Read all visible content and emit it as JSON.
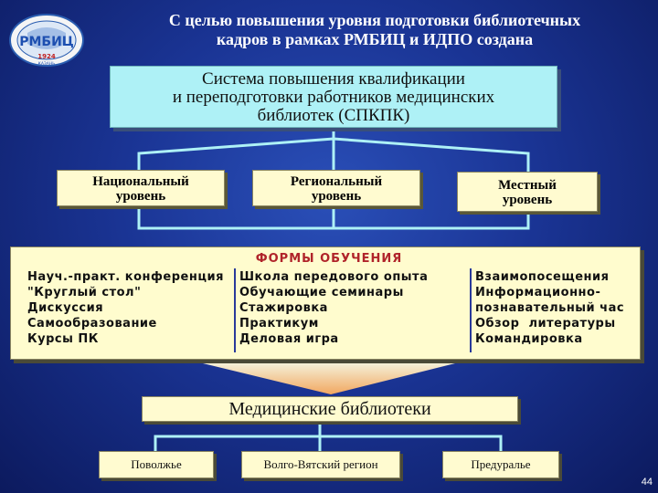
{
  "header": {
    "title_line1": "С целью повышения уровня подготовки библиотечных",
    "title_line2": "кадров в рамках РМБИЦ и ИДПО создана"
  },
  "logo": {
    "text": "РМБИЦ",
    "year": "1924",
    "city": "КАЗАНЬ"
  },
  "system": {
    "line1": "Система повышения квалификации",
    "line2": "и переподготовки работников медицинских",
    "line3": "библиотек (СПКПК)"
  },
  "levels": {
    "national": {
      "line1": "Национальный",
      "line2": "уровень"
    },
    "regional": {
      "line1": "Региональный",
      "line2": "уровень"
    },
    "local": {
      "line1": "Местный",
      "line2": "уровень"
    }
  },
  "forms": {
    "title": "ФОРМЫ ОБУЧЕНИЯ",
    "col1": [
      "Науч.-практ. конференция",
      "\"Круглый стол\"",
      "Дискуссия",
      "Самообразование",
      "Курсы ПК"
    ],
    "col2": [
      "Школа передового опыта",
      "Обучающие семинары",
      "Стажировка",
      "Практикум",
      "Деловая игра"
    ],
    "col3": [
      "Взаимопосещения",
      "Информационно-",
      "познавательный час",
      "Обзор  литературы",
      "Командировка"
    ]
  },
  "medical_libraries": "Медицинские библиотеки",
  "regions": {
    "volga": "Поволжье",
    "volga_vyatka": "Волго-Вятский регион",
    "ural": "Предуралье"
  },
  "page_number": "44",
  "colors": {
    "background": "#1a3494",
    "box_fill": "#fffbd0",
    "system_fill": "#aef1f6",
    "connector": "#aef1f6",
    "forms_title": "#b0242a",
    "arrow": "#f6b06c"
  }
}
